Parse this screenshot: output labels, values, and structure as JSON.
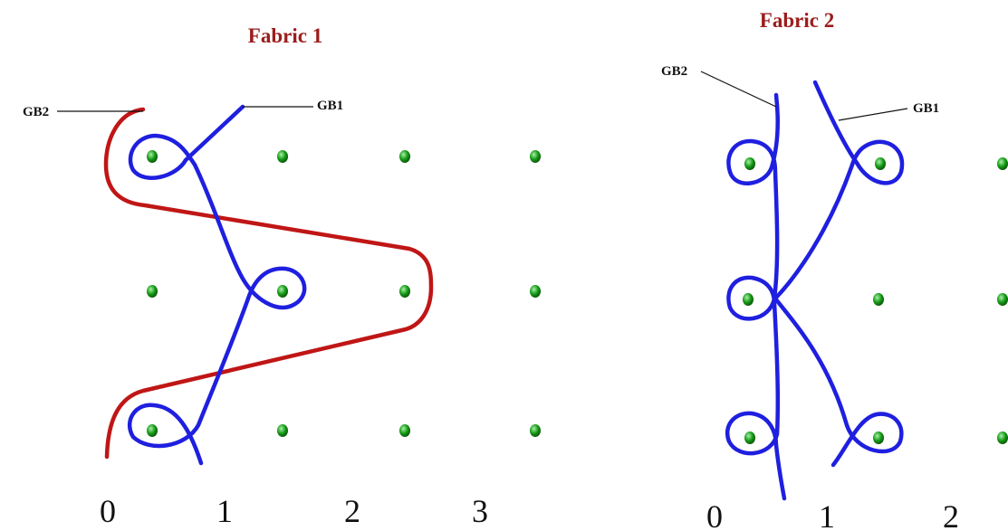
{
  "colors": {
    "title": "#9b1c1c",
    "gb1_thread": "#1f1fe0",
    "gb2_thread_fabric1": "#c01616",
    "gb2_thread_fabric2": "#1f1fe0",
    "needle_point": "#159a15",
    "needle_point_rim": "#0b4d0b",
    "needle_point_highlight": "#a8f0a8",
    "label": "#111111"
  },
  "icons": {
    "needle_point": "green-dot-icon"
  },
  "fabric1": {
    "title": "Fabric 1",
    "bar_labels": {
      "gb1": "GB1",
      "gb2": "GB2"
    },
    "column_labels": [
      "0",
      "1",
      "2",
      "3"
    ],
    "needle_columns": 4,
    "needle_rows": 3
  },
  "fabric2": {
    "title": "Fabric 2",
    "bar_labels": {
      "gb1": "GB1",
      "gb2": "GB2"
    },
    "column_labels": [
      "0",
      "1",
      "2"
    ],
    "needle_columns": 3,
    "needle_rows": 3
  }
}
